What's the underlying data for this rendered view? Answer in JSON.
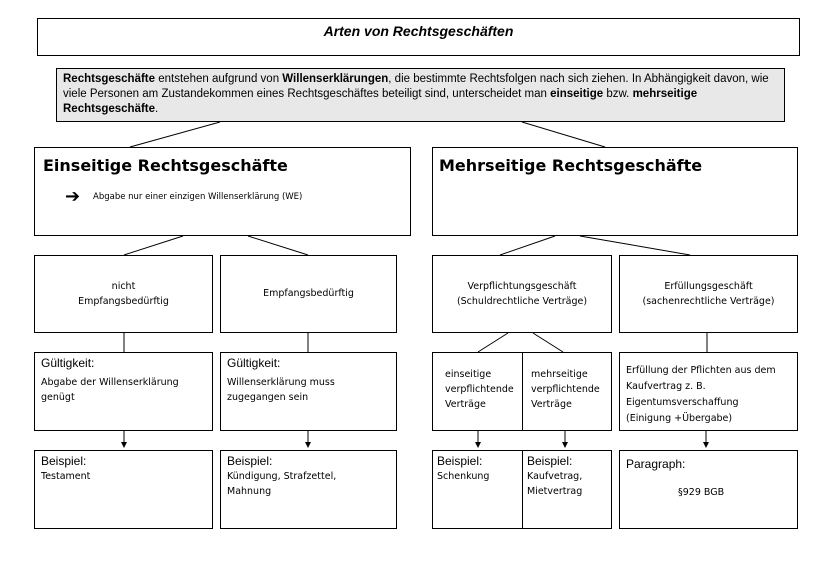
{
  "title": "Arten von Rechtsgeschäften",
  "intro": {
    "t1": "Rechtsgeschäfte",
    "t2": " entstehen aufgrund von ",
    "t3": "Willenserklärungen",
    "t4": ", die bestimmte Rechtsfolgen nach sich ziehen. In Abhängigkeit davon, wie viele Personen am Zustandekommen eines Rechtsgeschäftes beteiligt sind, unterscheidet man ",
    "t5": "einseitige",
    "t6": " bzw. ",
    "t7": "mehrseitige Rechtsgeschäfte",
    "t8": "."
  },
  "einseitig": {
    "heading": "Einseitige Rechtsgeschäfte",
    "note": "Abgabe nur einer einzigen Willenserklärung (WE)",
    "left": {
      "line1": "nicht",
      "line2": "Empfangsbedürftig",
      "validity_label": "Gültigkeit:",
      "validity_line1": "Abgabe der Willenserklärung",
      "validity_line2": "genügt",
      "example_label": "Beispiel:",
      "example_line1": "Testament"
    },
    "right": {
      "line1": "Empfangsbedürftig",
      "validity_label": "Gültigkeit:",
      "validity_line1": "Willenserklärung muss",
      "validity_line2": "zugegangen sein",
      "example_label": "Beispiel:",
      "example_line1": "Kündigung, Strafzettel,",
      "example_line2": "Mahnung"
    }
  },
  "mehrseitig": {
    "heading": "Mehrseitige Rechtsgeschäfte",
    "left": {
      "line1": "Verpflichtungsgeschäft",
      "line2": "(Schuldrechtliche Verträge)",
      "a": {
        "line1": "einseitige",
        "line2": "verpflichtende",
        "line3": "Verträge",
        "example_label": "Beispiel:",
        "example_line1": "Schenkung"
      },
      "b": {
        "line1": "mehrseitige",
        "line2": "verpflichtende",
        "line3": "Verträge",
        "example_label": "Beispiel:",
        "example_line1": "Kaufvetrag,",
        "example_line2": "Mietvertrag"
      }
    },
    "right": {
      "line1": "Erfüllungsgeschäft",
      "line2": "(sachenrechtliche Verträge)",
      "desc_line1": "Erfüllung der Pflichten aus dem",
      "desc_line2": "Kaufvertrag z. B.",
      "desc_line3": "Eigentumsverschaffung",
      "desc_line4": "(Einigung +Übergabe)",
      "para_label": "Paragraph:",
      "para_value": "§929 BGB"
    }
  }
}
